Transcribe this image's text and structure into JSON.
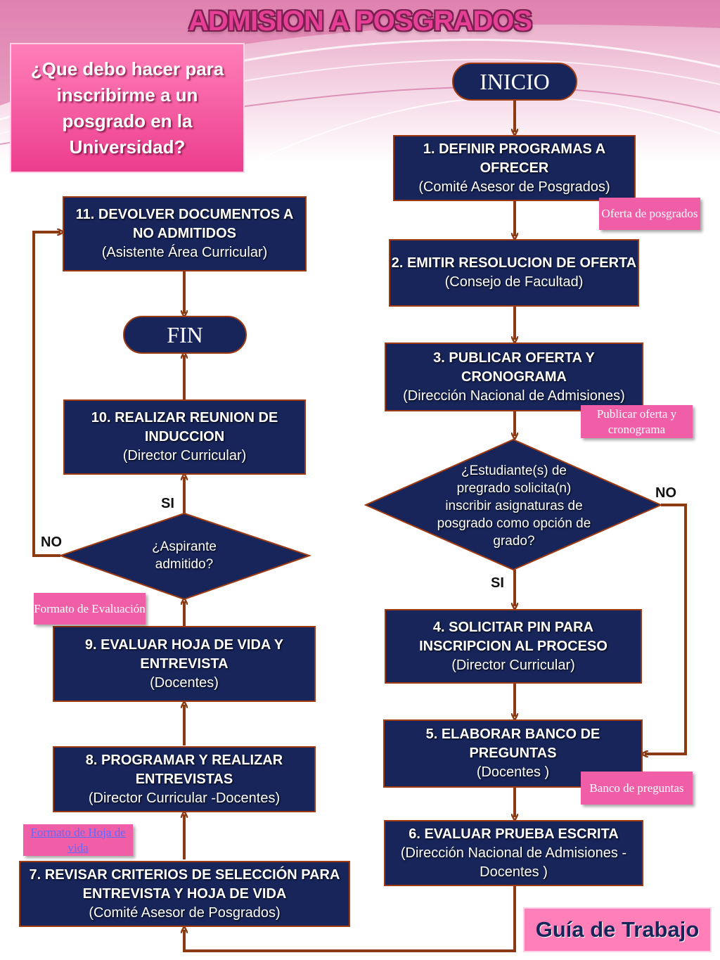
{
  "title": "ADMISION A POSGRADOS",
  "question": "¿Que debo hacer para inscribirme a un posgrado en la Universidad?",
  "start": "INICIO",
  "end": "FIN",
  "steps": [
    {
      "head": "1. DEFINIR PROGRAMAS A OFRECER",
      "who": "(Comité Asesor de Posgrados)"
    },
    {
      "head": "2. EMITIR RESOLUCION DE OFERTA",
      "who": "(Consejo de Facultad)"
    },
    {
      "head": "3. PUBLICAR OFERTA Y CRONOGRAMA",
      "who": "(Dirección Nacional de Admisiones)"
    },
    {
      "head": "4. SOLICITAR PIN PARA INSCRIPCION AL PROCESO",
      "who": "(Director Curricular)"
    },
    {
      "head": "5. ELABORAR BANCO DE PREGUNTAS",
      "who": "(Docentes )"
    },
    {
      "head": "6. EVALUAR PRUEBA ESCRITA",
      "who": "(Dirección Nacional de Admisiones - Docentes )"
    },
    {
      "head": "7. REVISAR CRITERIOS DE SELECCIÓN PARA ENTREVISTA Y HOJA DE VIDA",
      "who": "(Comité Asesor de Posgrados)"
    },
    {
      "head": "8. PROGRAMAR Y REALIZAR ENTREVISTAS",
      "who": "(Director  Curricular  -Docentes)"
    },
    {
      "head": "9. EVALUAR HOJA DE VIDA Y ENTREVISTA",
      "who": "(Docentes)"
    },
    {
      "head": "10. REALIZAR REUNION DE INDUCCION",
      "who": "(Director Curricular)"
    },
    {
      "head": "11. DEVOLVER DOCUMENTOS A NO ADMITIDOS",
      "who": "(Asistente Área Curricular)"
    }
  ],
  "decisions": {
    "student": "¿Estudiante(s) de pregrado solicita(n) inscribir asignaturas de posgrado como opción de grado?",
    "admitted": "¿Aspirante admitido?"
  },
  "branch_labels": {
    "student_no": "NO",
    "student_si": "SI",
    "admitted_si": "SI",
    "admitted_no": "NO"
  },
  "notes": {
    "oferta": "Oferta de posgrados",
    "publicar": "Publicar oferta y cronograma",
    "banco": "Banco de preguntas",
    "evaluacion": "Formato de Evaluación",
    "hoja": "Formato de Hoja de vida"
  },
  "guide": "Guía de Trabajo",
  "colors": {
    "box": "#17255a",
    "border": "#9d3a12",
    "arrow": "#8b3a14",
    "pink": "#f05ea8",
    "title": "#e53f96"
  }
}
